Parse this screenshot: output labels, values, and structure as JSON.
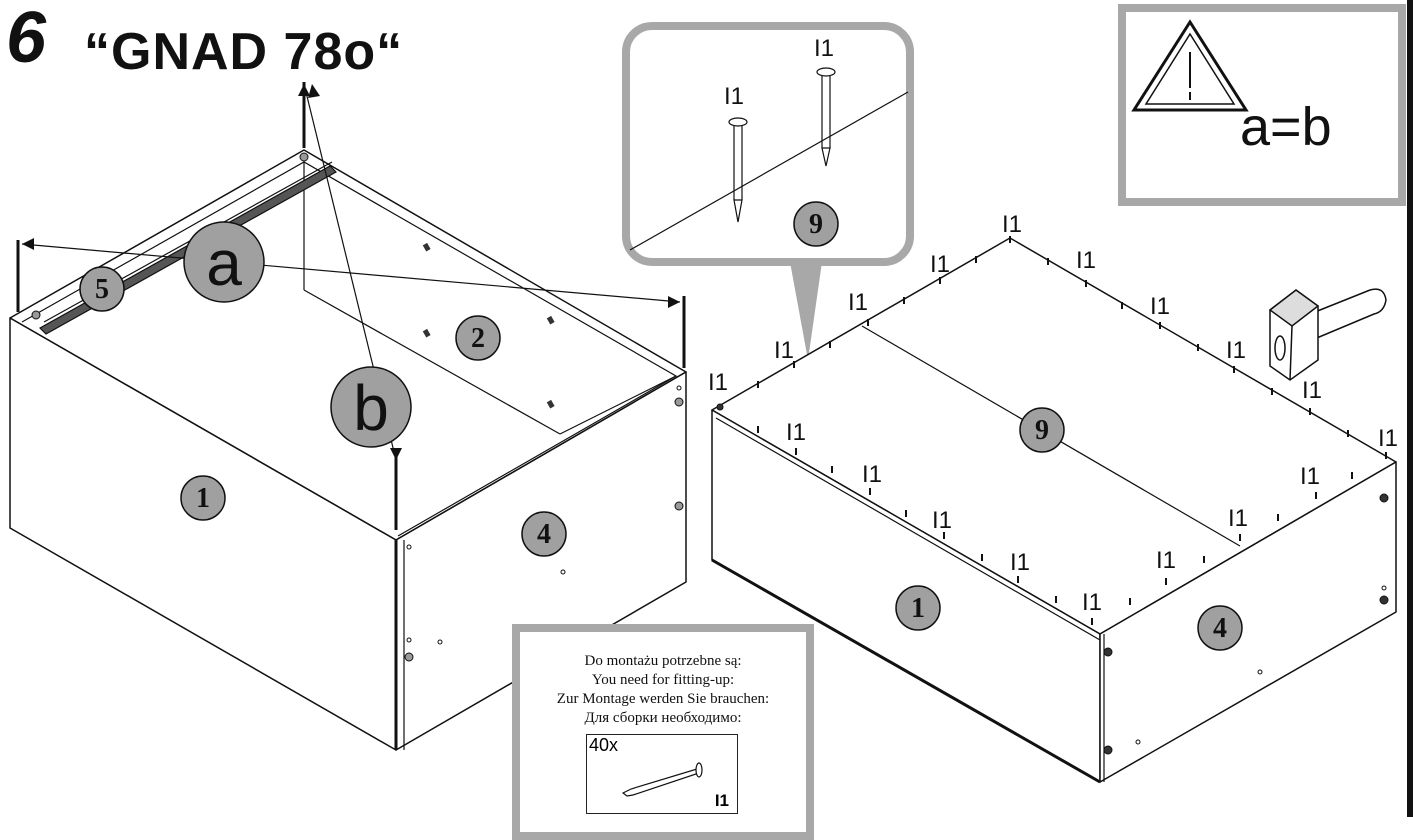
{
  "header": {
    "step": "6",
    "model": "“GNAD 78o“"
  },
  "warning": {
    "icon": "warning-triangle-icon",
    "formula": "a=b"
  },
  "measure_labels": {
    "a": "a",
    "b": "b"
  },
  "part_numbers": {
    "p1": "1",
    "p2": "2",
    "p4": "4",
    "p5": "5",
    "p9": "9"
  },
  "nail_label": "I1",
  "parts_list": {
    "lines": [
      "Do montażu potrzebne są:",
      "You need for fitting-up:",
      "Zur Montage werden Sie brauchen:",
      "Для сборки необходимо:"
    ],
    "quantity": "40x",
    "code": "I1"
  }
}
